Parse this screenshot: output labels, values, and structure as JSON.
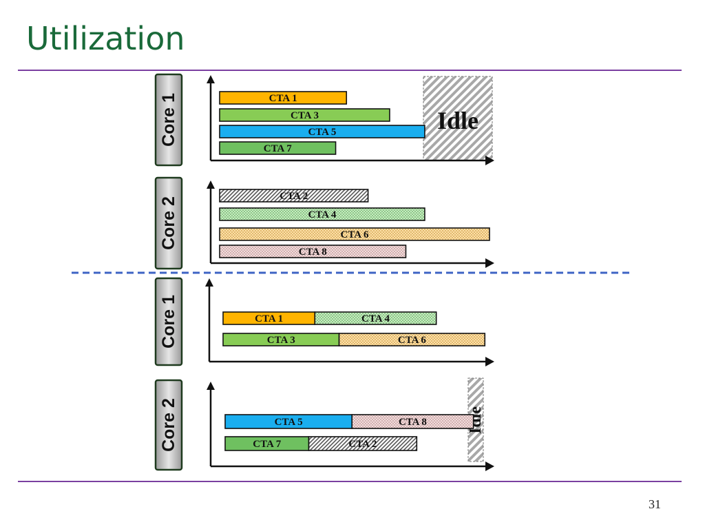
{
  "slide": {
    "title": "Utilization",
    "page_number": "31"
  },
  "colors": {
    "title": "#1a6a3a",
    "rule": "#7a3fa0",
    "divider": "#3d63c4",
    "cta_orange": "#ffb400",
    "cta_green": "#88cc55",
    "cta_blue": "#1aaeef",
    "cta_green2": "#6fc060"
  },
  "panels": [
    {
      "core_label": "Core 1",
      "idle_label": "Idle",
      "bars": [
        {
          "segments": [
            {
              "label": "CTA 1",
              "length": 0.47,
              "style": "orange"
            }
          ]
        },
        {
          "segments": [
            {
              "label": "CTA 3",
              "length": 0.63,
              "style": "green"
            }
          ]
        },
        {
          "segments": [
            {
              "label": "CTA 5",
              "length": 0.76,
              "style": "blue"
            }
          ]
        },
        {
          "segments": [
            {
              "label": "CTA 7",
              "length": 0.43,
              "style": "green2"
            }
          ]
        }
      ]
    },
    {
      "core_label": "Core 2",
      "idle_label": "",
      "bars": [
        {
          "segments": [
            {
              "label": "CTA 2",
              "length": 0.55,
              "style": "hatch-dark"
            }
          ]
        },
        {
          "segments": [
            {
              "label": "CTA 4",
              "length": 0.76,
              "style": "dots-green"
            }
          ]
        },
        {
          "segments": [
            {
              "label": "CTA 6",
              "length": 1.0,
              "style": "dots-orange"
            }
          ]
        },
        {
          "segments": [
            {
              "label": "CTA 8",
              "length": 0.69,
              "style": "dots-pink"
            }
          ]
        }
      ]
    },
    {
      "core_label": "Core 1",
      "idle_label": "",
      "bars": [
        {
          "segments": [
            {
              "label": "CTA 1",
              "length": 0.34,
              "style": "orange"
            },
            {
              "label": "CTA 4",
              "length": 0.45,
              "style": "dots-green"
            }
          ]
        },
        {
          "segments": [
            {
              "label": "CTA 3",
              "length": 0.43,
              "style": "green"
            },
            {
              "label": "CTA 6",
              "length": 0.54,
              "style": "dots-orange"
            }
          ]
        }
      ]
    },
    {
      "core_label": "Core 2",
      "idle_label": "Idle",
      "bars": [
        {
          "segments": [
            {
              "label": "CTA 5",
              "length": 0.47,
              "style": "blue"
            },
            {
              "label": "CTA 8",
              "length": 0.45,
              "style": "dots-pink"
            }
          ]
        },
        {
          "segments": [
            {
              "label": "CTA 7",
              "length": 0.31,
              "style": "green2"
            },
            {
              "label": "CTA 2",
              "length": 0.4,
              "style": "hatch-dark"
            }
          ]
        }
      ]
    }
  ]
}
